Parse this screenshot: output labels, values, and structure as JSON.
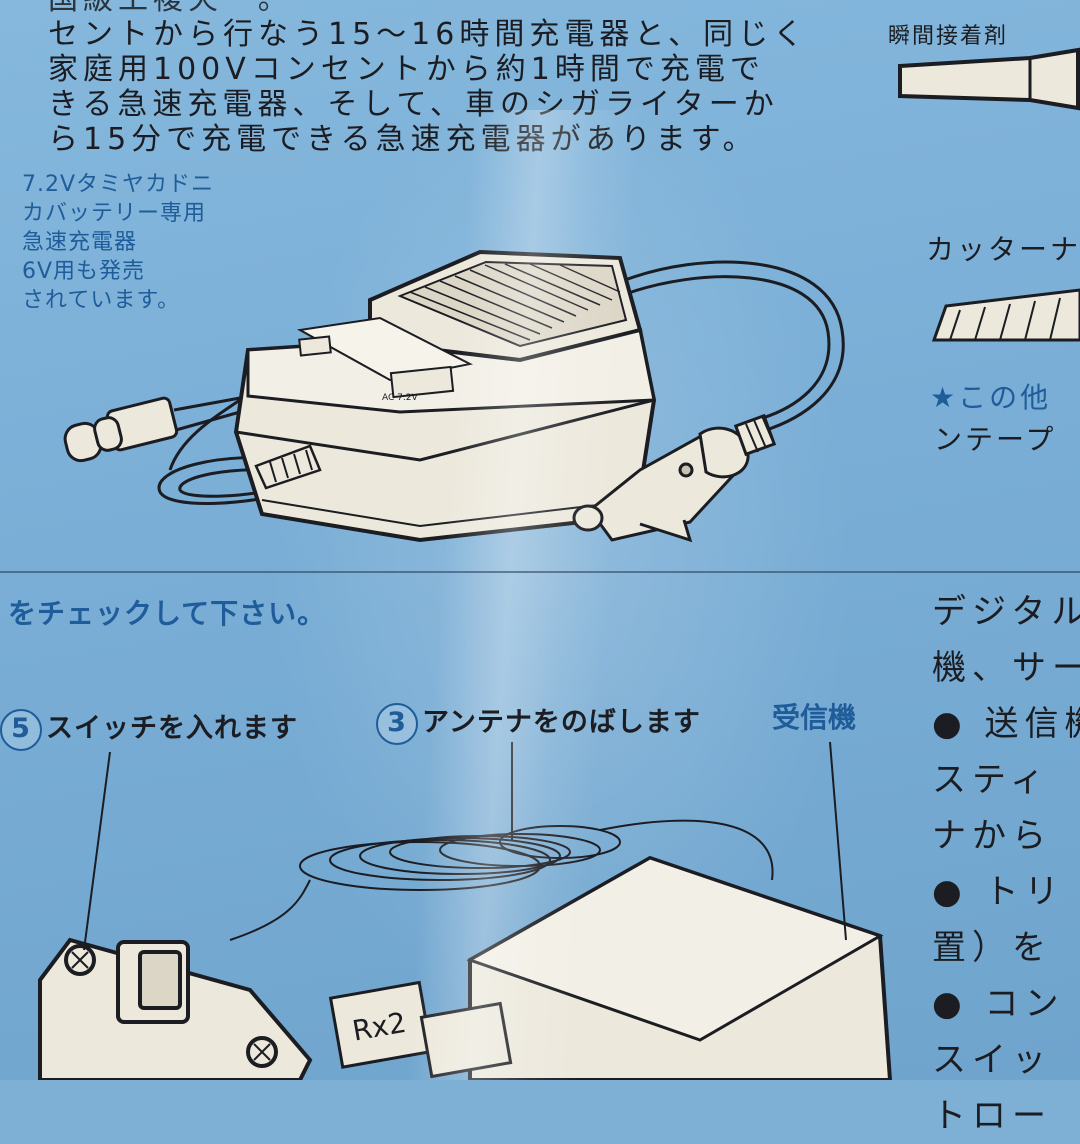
{
  "intro_lines": [
    "国級工複火ー。",
    "セントから行なう15～16時間充電器と、同じく",
    "家庭用100Vコンセントから約1時間で充電で",
    "きる急速充電器、そして、車のシガライターか",
    "ら15分で充電できる急速充電器があります。"
  ],
  "charger_note": [
    "7.2Vタミヤカドニ",
    "カバッテリー専用",
    "急速充電器",
    "6V用も発売",
    "されています。"
  ],
  "right_top": {
    "glue_label": "瞬間接着剤",
    "cutter_label": "カッターナ",
    "star_line1": "★この他",
    "star_line2": "ンテープ"
  },
  "charger_print": {
    "model": "AC 7.2V"
  },
  "check_title": "をチェックして下さい。",
  "steps": [
    {
      "num": "5",
      "text": "スイッチを入れます"
    },
    {
      "num": "3",
      "text": "アンテナをのばします"
    }
  ],
  "receiver_label": "受信機",
  "receiver_print": "Rx2",
  "right_column": [
    "デジタル",
    "機、サー",
    "● 送信機",
    "スティ",
    "ナから",
    "● トリ",
    "置）を",
    "● コン",
    "スイッ",
    "トロー"
  ],
  "colors": {
    "background": "#7eb0d6",
    "accent_blue": "#1f5c9a",
    "ink": "#1b1d22",
    "device": "#ece8dc"
  }
}
